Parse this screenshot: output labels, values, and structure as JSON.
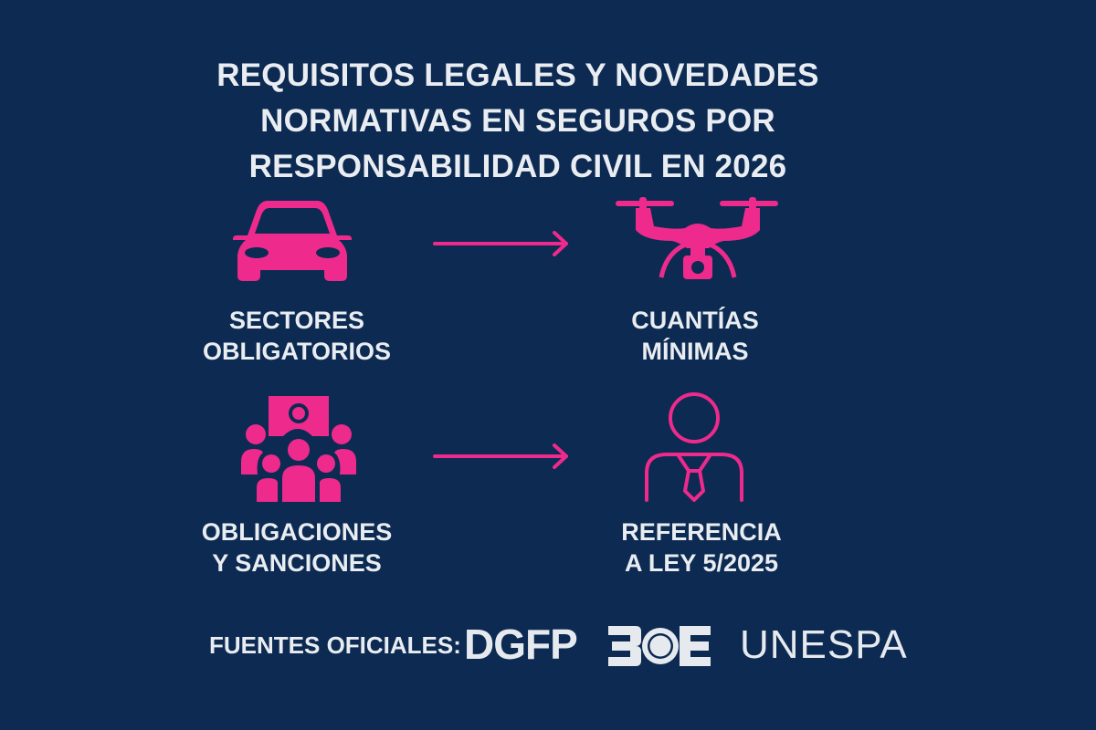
{
  "title": {
    "lines": [
      "REQUISITOS LEGALES Y NOVEDADES",
      "NORMATIVAS EN SEGUROS POR",
      "RESPONSABILIDAD CIVIL EN 2026"
    ]
  },
  "colors": {
    "background": "#0c2a52",
    "accent": "#ee2a8c",
    "text": "#e9edf1"
  },
  "items": [
    {
      "icon": "car-icon",
      "lines": [
        "SECTORES",
        "OBLIGATORIOS"
      ]
    },
    {
      "icon": "drone-icon",
      "lines": [
        "CUANTÍAS",
        "MÍNIMAS"
      ]
    },
    {
      "icon": "group-presentation-icon",
      "lines": [
        "OBLIGACIONES",
        "Y SANCIONES"
      ]
    },
    {
      "icon": "businessman-icon",
      "lines": [
        "REFERENCIA",
        "A LEY 5/2025"
      ]
    }
  ],
  "arrows": [
    {
      "icon": "arrow-right-icon",
      "from": "SECTORES OBLIGATORIOS",
      "to": "CUANTÍAS MÍNIMAS"
    },
    {
      "icon": "arrow-right-icon",
      "from": "OBLIGACIONES Y SANCIONES",
      "to": "REFERENCIA A LEY 5/2025"
    }
  ],
  "footer": {
    "label": "FUENTES OFICIALES:",
    "sources": [
      "DGFP",
      "BOE",
      "UNESPA"
    ],
    "unespa_display": "UNESPA"
  }
}
